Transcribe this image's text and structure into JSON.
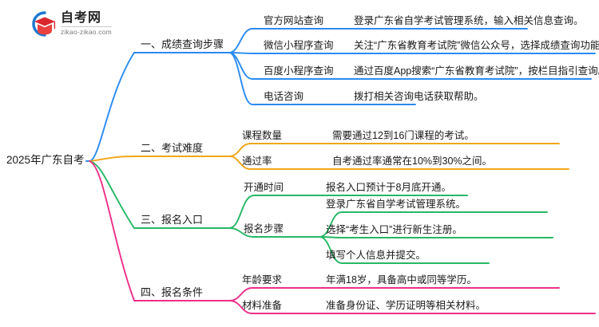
{
  "logo": {
    "name": "自考网",
    "domain": "zikao-zikao.com",
    "mark_icon": "graduation-cap-icon",
    "ring_color": "#1a78d0",
    "cap_color": "#d9272e"
  },
  "mindmap": {
    "root": {
      "label": "2025年广东自考"
    },
    "branches": [
      {
        "label": "一、成绩查询步骤",
        "color": "#2a8bf2",
        "children": [
          {
            "label": "官方网站查询",
            "detail": "登录广东省自学考试管理系统，输入相关信息查询。"
          },
          {
            "label": "微信小程序查询",
            "detail": "关注“广东省教育考试院”微信公众号，选择成绩查询功能。"
          },
          {
            "label": "百度小程序查询",
            "detail": "通过百度App搜索“广东省教育考试院”，按栏目指引查询。"
          },
          {
            "label": "电话咨询",
            "detail": "拨打相关咨询电话获取帮助。"
          }
        ]
      },
      {
        "label": "二、考试难度",
        "color": "#f0a61a",
        "children": [
          {
            "label": "课程数量",
            "detail": "需要通过12到16门课程的考试。"
          },
          {
            "label": "通过率",
            "detail": "自考通过率通常在10%到30%之间。"
          }
        ]
      },
      {
        "label": "三、报名入口",
        "color": "#25b866",
        "children": [
          {
            "label": "开通时间",
            "detail": "报名入口预计于8月底开通。"
          },
          {
            "label": "报名步骤",
            "detail": "",
            "steps": [
              "登录广东省自学考试管理系统。",
              "选择“考生入口”进行新生注册。",
              "填写个人信息并提交。"
            ]
          }
        ]
      },
      {
        "label": "四、报名条件",
        "color": "#ec2f8a",
        "children": [
          {
            "label": "年龄要求",
            "detail": "年满18岁，具备高中或同等学历。"
          },
          {
            "label": "材料准备",
            "detail": "准备身份证、学历证明等相关材料。"
          }
        ]
      }
    ]
  }
}
